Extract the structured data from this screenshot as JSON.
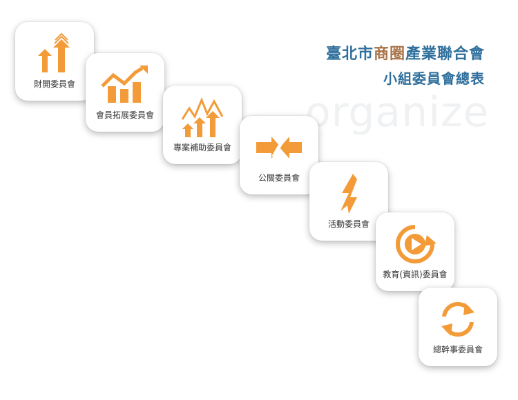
{
  "header": {
    "title_part1": "臺北市",
    "title_part2": "商圈",
    "title_part3": "產業聯合會",
    "subtitle": "小組委員會總表"
  },
  "watermark": "organize",
  "colors": {
    "accent": "#f29b38",
    "title_blue": "#2f6f9c",
    "title_brown": "#a8744a"
  },
  "committees": [
    {
      "label": "財開委員會",
      "icon": "growth-arrows-icon"
    },
    {
      "label": "會員拓展委員會",
      "icon": "bar-chart-trend-icon"
    },
    {
      "label": "專案補助委員會",
      "icon": "rising-peaks-icon"
    },
    {
      "label": "公關委員會",
      "icon": "exchange-arrows-icon"
    },
    {
      "label": "活動委員會",
      "icon": "lightning-icon"
    },
    {
      "label": "教育(資訊)委員會",
      "icon": "play-cycle-icon"
    },
    {
      "label": "總幹事委員會",
      "icon": "refresh-icon"
    }
  ]
}
